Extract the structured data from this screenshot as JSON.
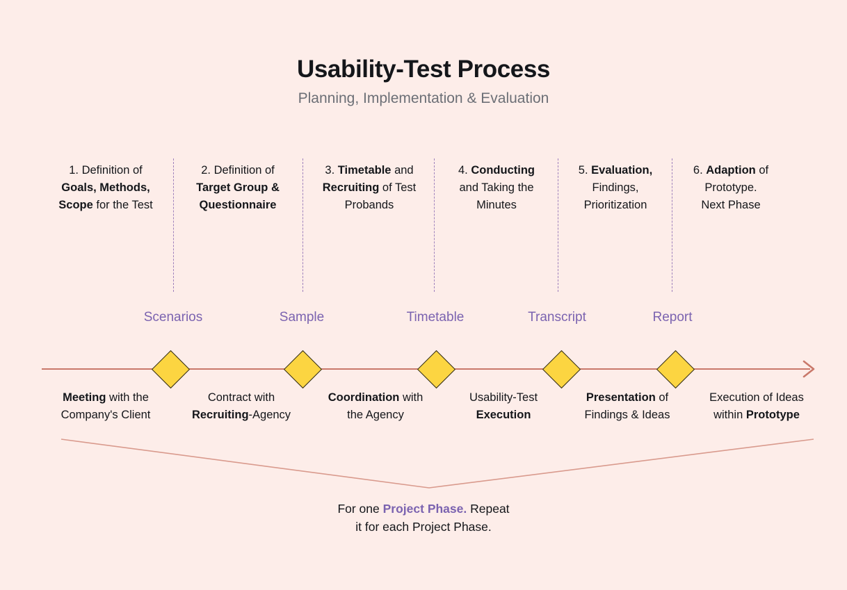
{
  "header": {
    "title": "Usability-Test Process",
    "subtitle": "Planning, Implementation & Evaluation"
  },
  "colors": {
    "background": "#FDEDE9",
    "title_text": "#14161a",
    "subtitle_text": "#6c6f76",
    "accent_purple": "#7b63b0",
    "divider_purple": "#8f6fb5",
    "timeline_salmon": "#c9786a",
    "diamond_fill": "#FCD541",
    "diamond_border": "#2e2a1c"
  },
  "steps": [
    {
      "number": "1.",
      "lines": [
        [
          {
            "t": "1. Definition of",
            "b": false
          }
        ],
        [
          {
            "t": "Goals, Methods,",
            "b": true
          }
        ],
        [
          {
            "t": "Scope",
            "b": true
          },
          {
            "t": " for the Test",
            "b": false
          }
        ]
      ]
    },
    {
      "number": "2.",
      "lines": [
        [
          {
            "t": "2. Definition of",
            "b": false
          }
        ],
        [
          {
            "t": "Target Group &",
            "b": true
          }
        ],
        [
          {
            "t": "Questionnaire",
            "b": true
          }
        ]
      ]
    },
    {
      "number": "3.",
      "lines": [
        [
          {
            "t": "3. ",
            "b": false
          },
          {
            "t": "Timetable",
            "b": true
          },
          {
            "t": " and",
            "b": false
          }
        ],
        [
          {
            "t": "Recruiting",
            "b": true
          },
          {
            "t": " of Test",
            "b": false
          }
        ],
        [
          {
            "t": "Probands",
            "b": false
          }
        ]
      ]
    },
    {
      "number": "4.",
      "lines": [
        [
          {
            "t": "4. ",
            "b": false
          },
          {
            "t": "Conducting",
            "b": true
          }
        ],
        [
          {
            "t": "and Taking the",
            "b": false
          }
        ],
        [
          {
            "t": "Minutes",
            "b": false
          }
        ]
      ]
    },
    {
      "number": "5.",
      "lines": [
        [
          {
            "t": "5. ",
            "b": false
          },
          {
            "t": "Evaluation,",
            "b": true
          }
        ],
        [
          {
            "t": "Findings,",
            "b": false
          }
        ],
        [
          {
            "t": "Prioritization",
            "b": false
          }
        ]
      ]
    },
    {
      "number": "6.",
      "lines": [
        [
          {
            "t": "6. ",
            "b": false
          },
          {
            "t": "Adaption",
            "b": true
          },
          {
            "t": " of",
            "b": false
          }
        ],
        [
          {
            "t": "Prototype.",
            "b": false
          }
        ],
        [
          {
            "t": "Next Phase",
            "b": false
          }
        ]
      ]
    }
  ],
  "milestones": [
    {
      "label": "Scenarios"
    },
    {
      "label": "Sample"
    },
    {
      "label": "Timetable"
    },
    {
      "label": "Transcript"
    },
    {
      "label": "Report"
    }
  ],
  "bottom_labels": [
    {
      "lines": [
        [
          {
            "t": "Meeting",
            "b": true
          },
          {
            "t": " with the",
            "b": false
          }
        ],
        [
          {
            "t": "Company's Client",
            "b": false
          }
        ]
      ]
    },
    {
      "lines": [
        [
          {
            "t": "Contract with",
            "b": false
          }
        ],
        [
          {
            "t": "Recruiting",
            "b": true
          },
          {
            "t": "-Agency",
            "b": false
          }
        ]
      ]
    },
    {
      "lines": [
        [
          {
            "t": "Coordination",
            "b": true
          },
          {
            "t": " with",
            "b": false
          }
        ],
        [
          {
            "t": "the Agency",
            "b": false
          }
        ]
      ]
    },
    {
      "lines": [
        [
          {
            "t": "Usability-Test",
            "b": false
          }
        ],
        [
          {
            "t": "Execution",
            "b": true
          }
        ]
      ]
    },
    {
      "lines": [
        [
          {
            "t": "Presentation",
            "b": true
          },
          {
            "t": " of",
            "b": false
          }
        ],
        [
          {
            "t": "Findings & Ideas",
            "b": false
          }
        ]
      ]
    },
    {
      "lines": [
        [
          {
            "t": "Execution of Ideas",
            "b": false
          }
        ],
        [
          {
            "t": "within ",
            "b": false
          },
          {
            "t": "Prototype",
            "b": true
          }
        ]
      ]
    }
  ],
  "footer": {
    "line1_pre": "For one ",
    "line1_accent": "Project Phase.",
    "line1_post": " Repeat",
    "line2": "it for each Project Phase."
  }
}
